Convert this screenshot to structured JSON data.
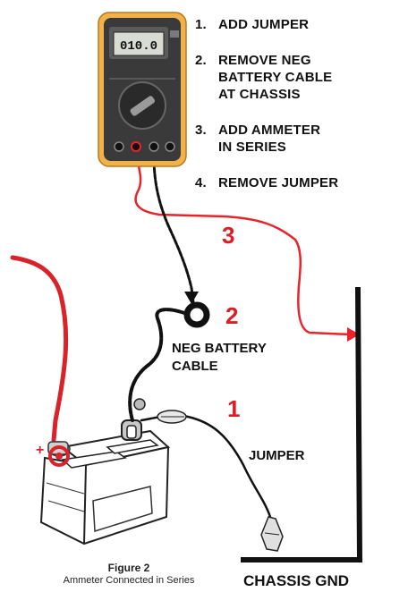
{
  "steps": [
    {
      "num": "1.",
      "text": "ADD JUMPER"
    },
    {
      "num": "2.",
      "text": "REMOVE NEG\nBATTERY CABLE\nAT CHASSIS"
    },
    {
      "num": "3.",
      "text": "ADD AMMETER\nIN SERIES"
    },
    {
      "num": "4.",
      "text": "REMOVE JUMPER"
    }
  ],
  "meter": {
    "display": "010.0"
  },
  "markers": {
    "one": "1",
    "two": "2",
    "three": "3"
  },
  "labels": {
    "neg_cable": "NEG BATTERY\nCABLE",
    "jumper": "JUMPER",
    "chassis": "CHASSIS GND"
  },
  "figure": {
    "title": "Figure 2",
    "subtitle": "Ammeter Connected in Series"
  },
  "colors": {
    "red_wire": "#e8232a",
    "black_wire": "#111111",
    "meter_body": "#f2b24a",
    "marker_red": "#e11b22"
  }
}
